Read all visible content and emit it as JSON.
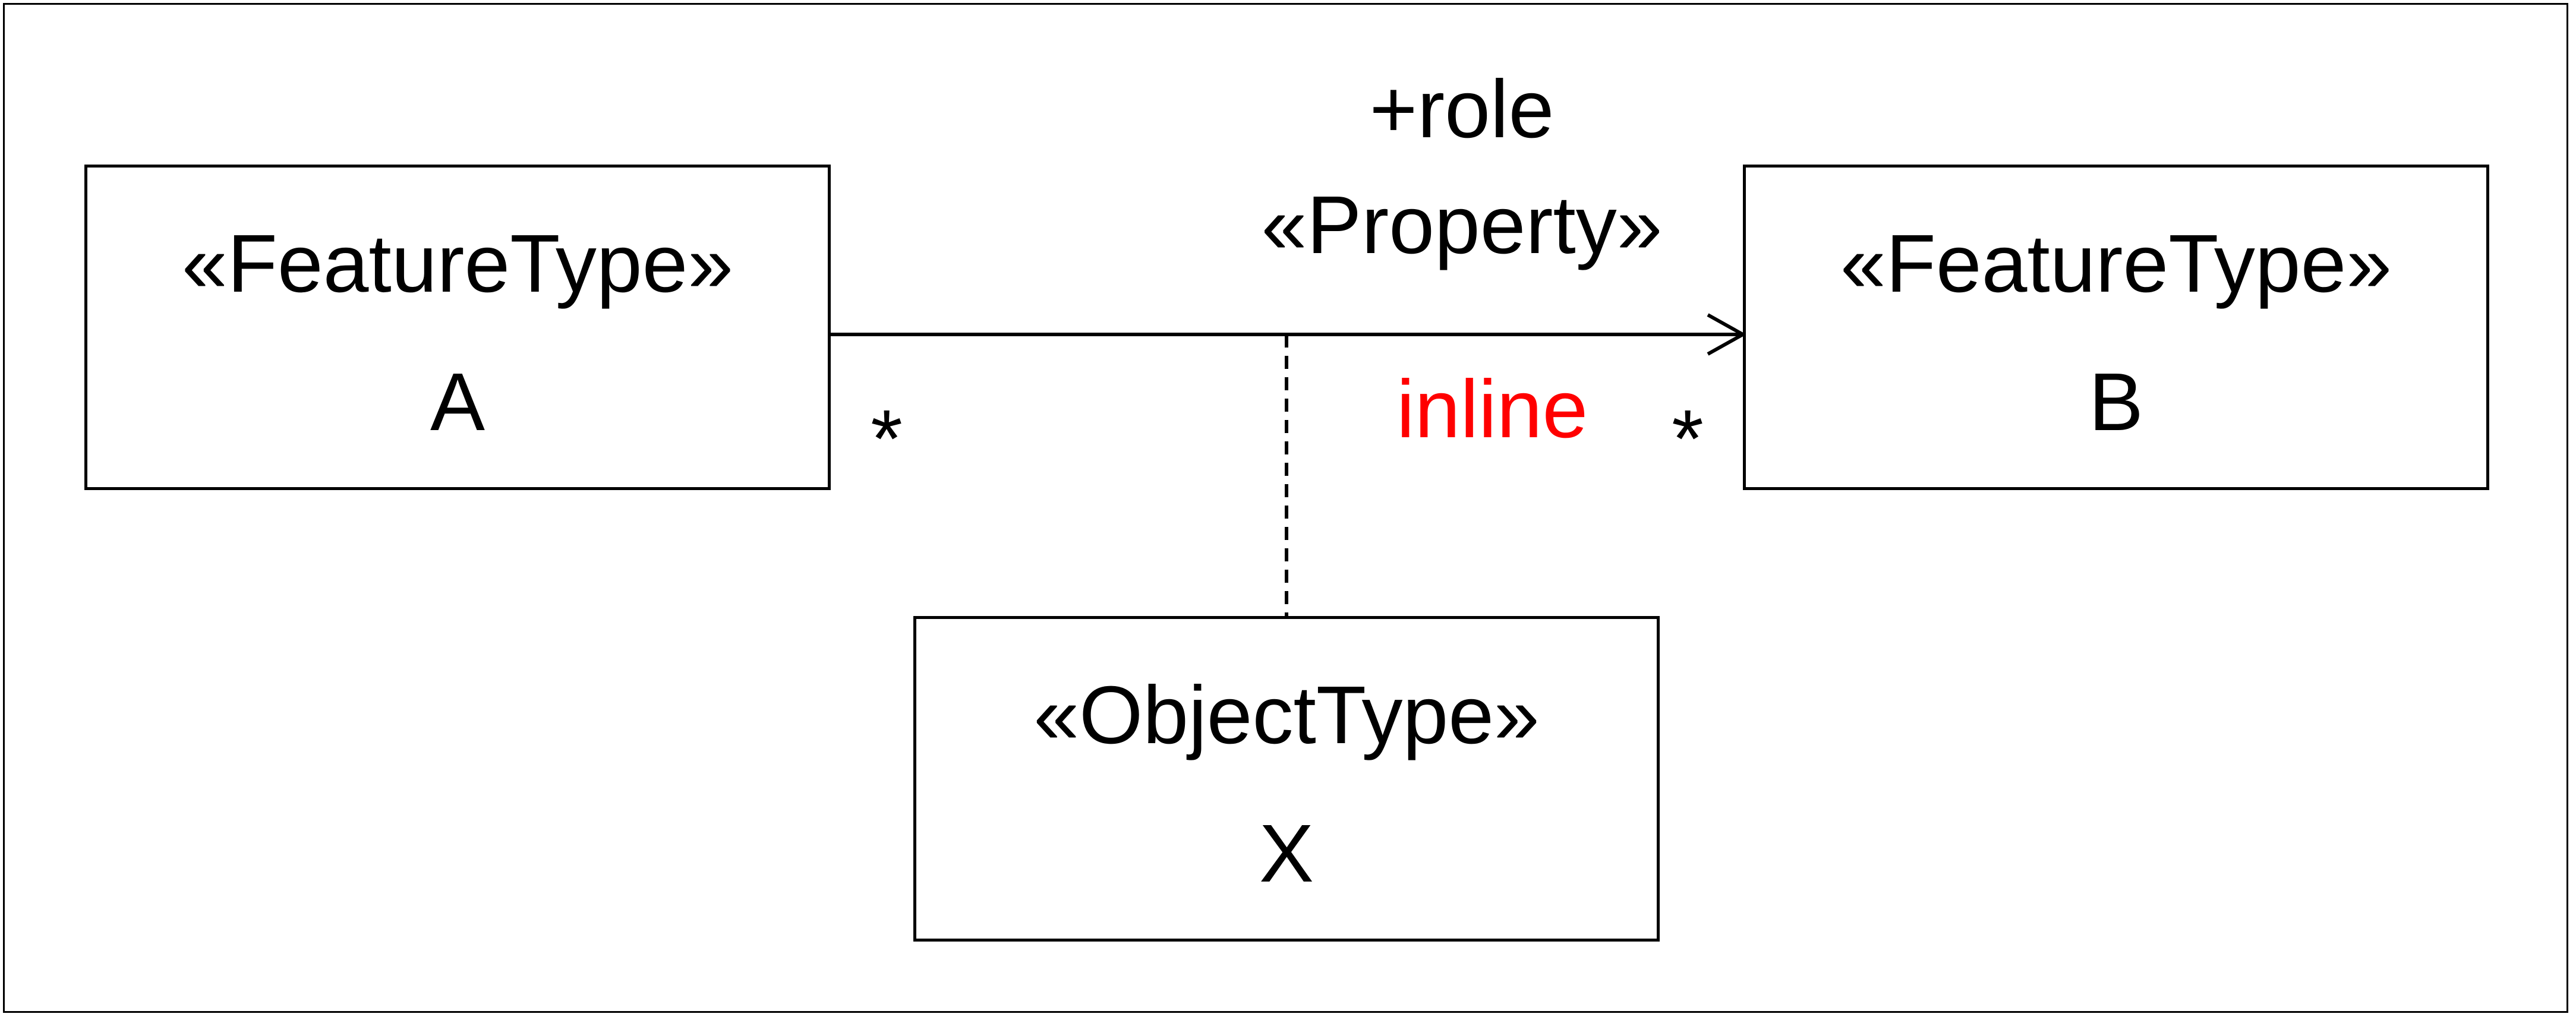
{
  "class_a": {
    "stereotype": "«FeatureType»",
    "name": "A"
  },
  "class_b": {
    "stereotype": "«FeatureType»",
    "name": "B"
  },
  "class_x": {
    "stereotype": "«ObjectType»",
    "name": "X"
  },
  "association": {
    "role": "+role",
    "stereotype": "«Property»",
    "tag": "inline",
    "source_multiplicity": "*",
    "target_multiplicity": "*"
  },
  "colors": {
    "line": "#000000",
    "tag": "#ff0000"
  }
}
